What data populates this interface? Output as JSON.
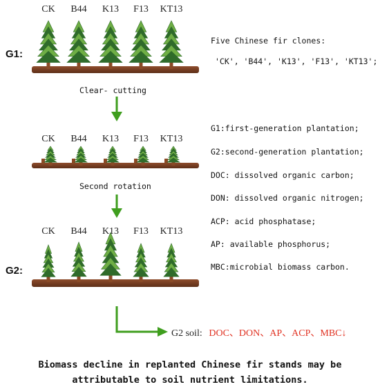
{
  "clones": [
    "CK",
    "B44",
    "K13",
    "F13",
    "KT13"
  ],
  "g1_label": "G1:",
  "g2_label": "G2:",
  "step1": "Clear- cutting",
  "step2": "Second rotation",
  "legend": [
    "Five Chinese fir clones:",
    "'CK', 'B44', 'K13', 'F13', 'KT13';",
    "G1:first-generation plantation;",
    "G2:second-generation plantation;",
    "DOC: dissolved organic carbon;",
    "DON: dissolved organic nitrogen;",
    "ACP: acid phosphatase;",
    "AP: available phosphorus;",
    "MBC:microbial biomass carbon."
  ],
  "soil_prefix": "G2 soil:",
  "soil_items": "DOC、DON、AP、ACP、MBC",
  "soil_arrow": "↓",
  "conclusion": [
    "Biomass decline in replanted Chinese fir stands may be",
    "attributable to soil nutrient limitations."
  ],
  "colors": {
    "arrow": "#3f9e1e",
    "soil": "#7a3e22",
    "tree_dark": "#2f6b2a",
    "tree_light": "#6fae45",
    "trunk": "#8a4a26",
    "red": "#e03020"
  }
}
